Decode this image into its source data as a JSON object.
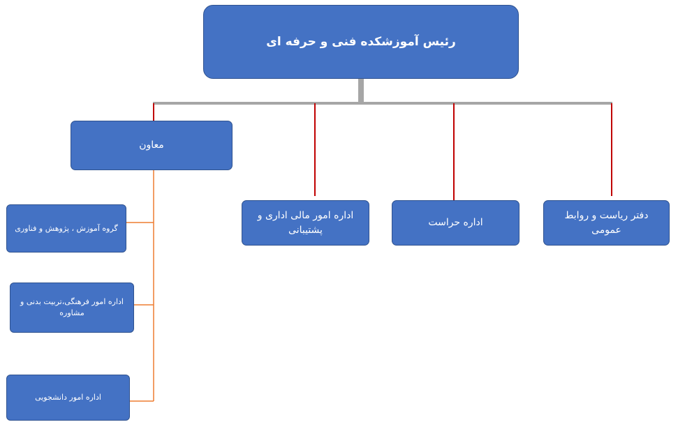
{
  "root": {
    "label": "رئیس  آموزشکده فنی و حرفه ای"
  },
  "deputy": {
    "label": "معاون"
  },
  "departments": [
    {
      "label": "اداره امور مالی  اداری و پشتیبانی"
    },
    {
      "label": "اداره حراست"
    },
    {
      "label": "دفتر ریاست و روابط عمومی"
    }
  ],
  "deputy_units": [
    {
      "label": "گروه آموزش ، پژوهش و فناوری"
    },
    {
      "label": "اداره امور فرهنگی،تربیت بدنی و مشاوره"
    },
    {
      "label": "اداره امور دانشجویی"
    }
  ],
  "colors": {
    "box_fill": "#4472c4",
    "box_border": "#2f528f",
    "trunk": "#a6a6a6",
    "branch": "#c00000",
    "deputy_link": "#ed7d31"
  }
}
